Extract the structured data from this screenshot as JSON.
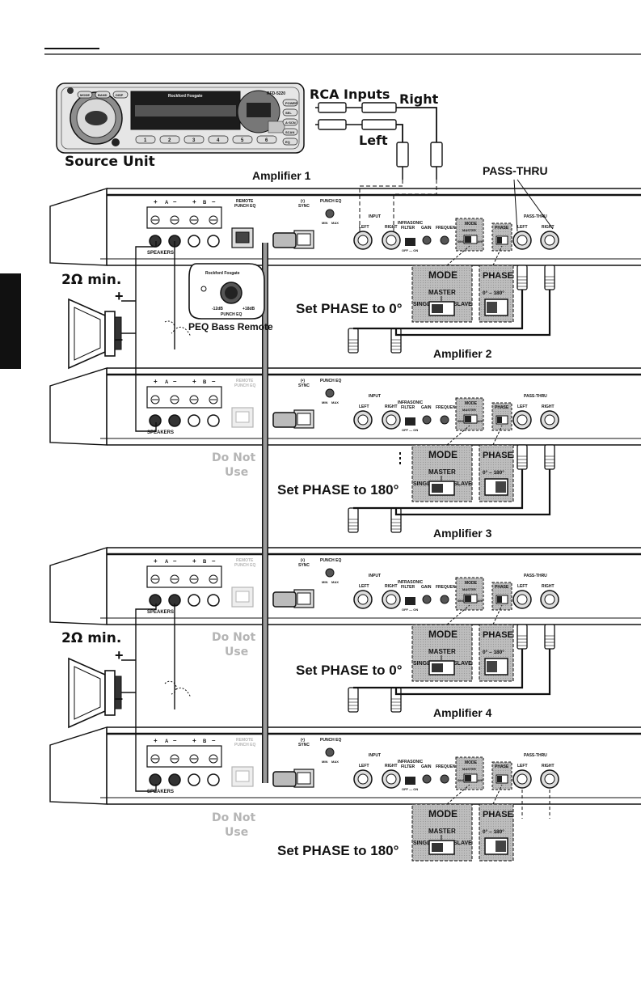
{
  "source_unit": {
    "label": "Source Unit",
    "model": "RFD-5220",
    "brand": "Rockford Fosgate",
    "buttons": [
      "MODE",
      "BAND",
      "DISP",
      "POWER",
      "SEL",
      "A·SCN",
      "SCAN",
      "EQ"
    ],
    "presets": [
      "1",
      "2",
      "3",
      "4",
      "5",
      "6"
    ]
  },
  "rca": {
    "inputs_label": "RCA Inputs",
    "right_label": "Right",
    "left_label": "Left"
  },
  "pass_thru_label": "PASS-THRU",
  "impedance_label": "2Ω min.",
  "plus_sign": "+",
  "minus_sign": "–",
  "remote": {
    "label": "PEQ Bass Remote",
    "brand": "Rockford Fosgate",
    "knob_label": "PUNCH EQ",
    "min": "-12dB",
    "max": "+18dB"
  },
  "panel": {
    "speakers": "SPEAKERS",
    "remote_punch_eq": [
      "REMOTE",
      "PUNCH EQ"
    ],
    "sync": [
      "(•)",
      "SYNC"
    ],
    "punch_eq": "PUNCH EQ",
    "punch_min": "MIN",
    "punch_max": "MAX",
    "input": "INPUT",
    "left": "LEFT",
    "right": "RIGHT",
    "infrasonic": [
      "INFRASONIC",
      "FILTER"
    ],
    "filter_states": "OFF — ON",
    "gain": "GAIN",
    "frequency": "FREQUENCY",
    "mode": "MODE",
    "master": "MASTER",
    "single": "SINGLE",
    "slave": "SLAVE",
    "phase": "PHASE",
    "phase_range": "0° – 180°",
    "pass_thru": "PASS-THRU",
    "terminal_a": "A",
    "terminal_b": "B"
  },
  "callout": {
    "mode": "MODE",
    "master": "MASTER",
    "single": "SINGLE",
    "slave": "SLAVE",
    "phase": "PHASE",
    "phase_range": "0° – 180°"
  },
  "do_not_use": [
    "Do Not",
    "Use"
  ],
  "amplifiers": [
    {
      "label": "Amplifier 1",
      "phase_instruction": "Set PHASE to 0°"
    },
    {
      "label": "Amplifier 2",
      "phase_instruction": "Set PHASE to 180°"
    },
    {
      "label": "Amplifier 3",
      "phase_instruction": "Set PHASE to 0°"
    },
    {
      "label": "Amplifier 4",
      "phase_instruction": "Set PHASE to 180°"
    }
  ],
  "colors": {
    "ink": "#111111",
    "panel_gray": "#c8c8c8",
    "cable_gray": "#9a9a9a",
    "faded": "#b5b5b5",
    "tab_black": "#111111"
  }
}
